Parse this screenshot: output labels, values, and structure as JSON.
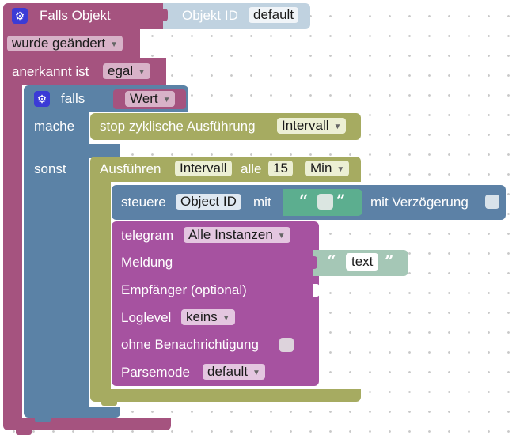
{
  "if_object_block": {
    "title": "Falls Objekt",
    "object_id_label": "Objekt ID",
    "object_id_value": "default",
    "changed_value": "wurde geändert",
    "ack_label": "anerkannt ist",
    "ack_value": "egal"
  },
  "if_block": {
    "if_label": "falls",
    "condition_value": "Wert",
    "do_label": "mache",
    "else_label": "sonst"
  },
  "stop_block": {
    "label": "stop zyklische Ausführung",
    "interval_value": "Intervall"
  },
  "schedule_block": {
    "run_label": "Ausführen",
    "interval_value": "Intervall",
    "every_label": "alle",
    "amount": "15",
    "unit_value": "Min"
  },
  "control_block": {
    "label": "steuere",
    "object_value": "Object ID",
    "with_label": "mit",
    "delay_label": "mit Verzögerung",
    "open_quote": "“",
    "close_quote": "”"
  },
  "telegram_block": {
    "label": "telegram",
    "instance_value": "Alle Instanzen",
    "message_label": "Meldung",
    "message_text": "text",
    "recipient_label": "Empfänger (optional)",
    "loglevel_label": "Loglevel",
    "loglevel_value": "keins",
    "silent_label": "ohne Benachrichtigung",
    "parsemode_label": "Parsemode",
    "parsemode_value": "default",
    "open_quote": "“",
    "close_quote": "”"
  },
  "colors": {
    "trigger_block": "#a5537f",
    "logic_block": "#5b82a6",
    "timer_block": "#a6ab61",
    "telegram_block": "#a652a0",
    "text_block": "#a5c7b6",
    "object_id_block": "#c0d2e0"
  }
}
